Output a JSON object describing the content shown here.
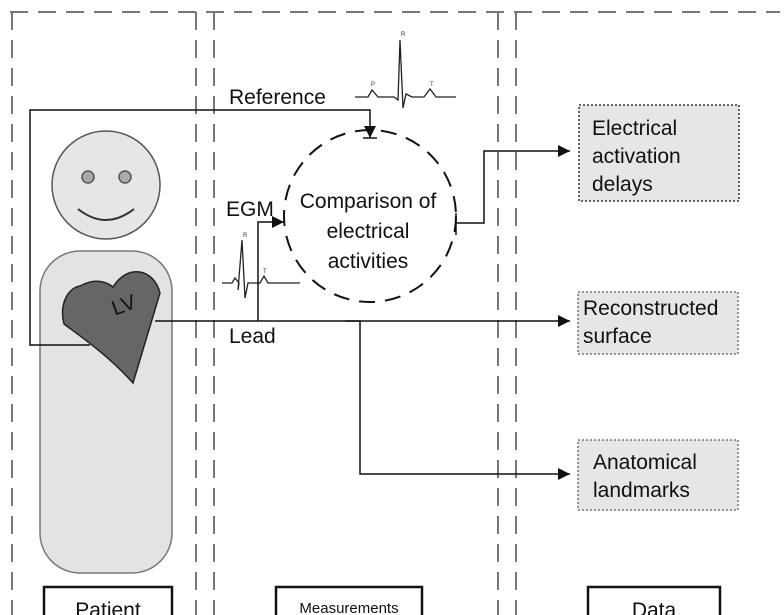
{
  "columns": {
    "patient": "Patient",
    "measurements": "Measurements",
    "data": "Data"
  },
  "heart_label": "LV",
  "signals": {
    "reference": "Reference",
    "egm": "EGM",
    "lead": "Lead"
  },
  "comparison": [
    "Comparison of",
    "electrical",
    "activities"
  ],
  "outputs": {
    "activation": [
      "Electrical",
      "activation",
      "delays"
    ],
    "surface": [
      "Reconstructed",
      "surface"
    ],
    "landmarks": [
      "Anatomical",
      "landmarks"
    ]
  },
  "colors": {
    "line": "#111111",
    "dashed": "#777777",
    "heart": "#666666",
    "body": "#e3e3e3",
    "face": "#e6e6e6",
    "output_box": "#e6e6e6"
  }
}
